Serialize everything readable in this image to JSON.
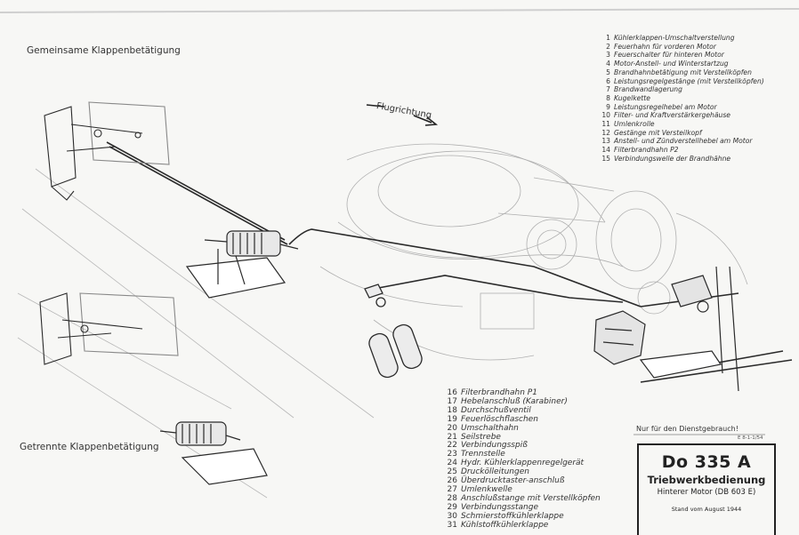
{
  "labels": {
    "common_flaps": "Gemeinsame Klappenbetätigung",
    "separate_flaps": "Getrennte Klappenbetätigung",
    "flight_direction": "Flugrichtung",
    "official_use": "Nur für den Dienstgebrauch!"
  },
  "legend_top": [
    {
      "n": "1",
      "text": "Kühlerklappen-Umschaltverstellung"
    },
    {
      "n": "2",
      "text": "Feuerhahn für vorderen Motor"
    },
    {
      "n": "3",
      "text": "Feuerschalter für hinteren Motor"
    },
    {
      "n": "4",
      "text": "Motor-Anstell- und Winterstartzug"
    },
    {
      "n": "5",
      "text": "Brandhahnbetätigung mit Verstellköpfen"
    },
    {
      "n": "6",
      "text": "Leistungsregelgestänge (mit Verstellköpfen)"
    },
    {
      "n": "7",
      "text": "Brandwandlagerung"
    },
    {
      "n": "8",
      "text": "Kugelkette"
    },
    {
      "n": "9",
      "text": "Leistungsregelhebel am Motor"
    },
    {
      "n": "10",
      "text": "Filter- und Kraftverstärkergehäuse"
    },
    {
      "n": "11",
      "text": "Umlenkrolle"
    },
    {
      "n": "12",
      "text": "Gestänge mit Versteilkopf"
    },
    {
      "n": "13",
      "text": "Anstell- und Zündverstellhebel am Motor"
    },
    {
      "n": "14",
      "text": "Filterbrandhahn P2"
    },
    {
      "n": "15",
      "text": "Verbindungswelle der Brandhähne"
    }
  ],
  "legend_bottom": [
    {
      "n": "16",
      "text": "Filterbrandhahn P1"
    },
    {
      "n": "17",
      "text": "Hebelanschluß (Karabiner)"
    },
    {
      "n": "18",
      "text": "Durchschußventil"
    },
    {
      "n": "19",
      "text": "Feuerlöschflaschen"
    },
    {
      "n": "20",
      "text": "Umschalthahn"
    },
    {
      "n": "21",
      "text": "Seilstrebe"
    },
    {
      "n": "22",
      "text": "Verbindungsspiß"
    },
    {
      "n": "23",
      "text": "Trennstelle"
    },
    {
      "n": "24",
      "text": "Hydr. Kühlerklappenregelgerät"
    },
    {
      "n": "25",
      "text": "Druckölleitungen"
    },
    {
      "n": "26",
      "text": "Überdrucktaster-anschluß"
    },
    {
      "n": "27",
      "text": "Umlenkwelle"
    },
    {
      "n": "28",
      "text": "Anschlußstange mit Verstellköpfen"
    },
    {
      "n": "29",
      "text": "Verbindungsstange"
    },
    {
      "n": "30",
      "text": "Schmierstoffkühlerklappe"
    },
    {
      "n": "31",
      "text": "Kühlstoffkühlerklappe"
    }
  ],
  "title_block": {
    "ref": "E 8-1-1/54",
    "title": "Do 335 A",
    "subtitle": "Triebwerkbedienung",
    "engine": "Hinterer Motor (DB 603 E)",
    "status": "Stand vom August 1944"
  },
  "colors": {
    "paper": "#f7f7f5",
    "ink": "#2a2a2a",
    "faint": "#9a9a9a"
  }
}
